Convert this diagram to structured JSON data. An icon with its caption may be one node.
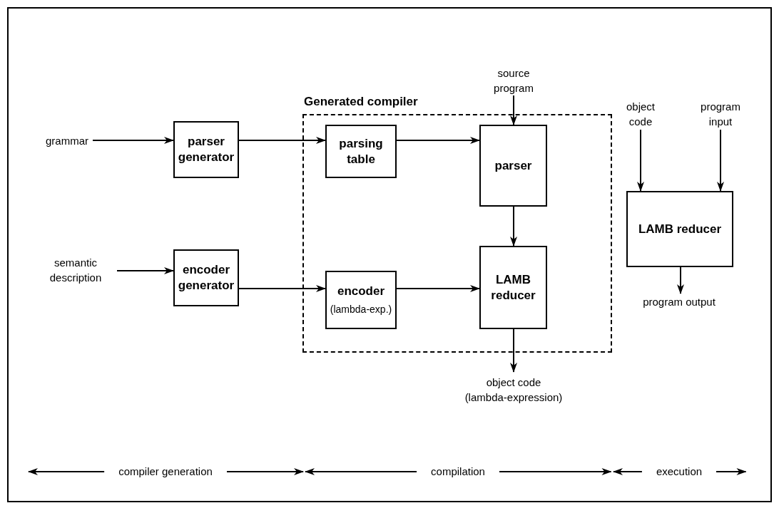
{
  "diagram": {
    "nodes": [
      {
        "text": [
          "grammar"
        ]
      },
      {
        "text": [
          "parser generator"
        ]
      },
      {
        "text": [
          "semantic description"
        ]
      },
      {
        "text": [
          "encoder generator"
        ]
      },
      {
        "text": [
          "Generated compiler"
        ]
      },
      {
        "text": [
          "parsing table"
        ],
        "in": 4
      },
      {
        "text": [
          "parser"
        ],
        "in": 4
      },
      {
        "text": [
          "encoder",
          "(lambda-exp.)"
        ],
        "in": 4
      },
      {
        "text": [
          "LAMB reducer"
        ],
        "in": 4
      },
      {
        "text": [
          "source program"
        ]
      },
      {
        "text": [
          "object code",
          "(lambda-expression)"
        ]
      },
      {
        "text": [
          "object code"
        ]
      },
      {
        "text": [
          "program input"
        ]
      },
      {
        "text": [
          "LAMB reducer"
        ]
      },
      {
        "text": [
          "program output"
        ]
      }
    ],
    "edges": [
      {
        "from": 0,
        "to": 1,
        "arrow": "to"
      },
      {
        "from": 1,
        "to": 5,
        "arrow": "to"
      },
      {
        "from": 2,
        "to": 3,
        "arrow": "to"
      },
      {
        "from": 3,
        "to": 7,
        "arrow": "to"
      },
      {
        "from": 5,
        "to": 6,
        "arrow": "to"
      },
      {
        "from": 7,
        "to": 8,
        "arrow": "to"
      },
      {
        "from": 6,
        "to": 8,
        "arrow": "to"
      },
      {
        "from": 9,
        "to": 6,
        "arrow": "to"
      },
      {
        "from": 8,
        "to": 10,
        "arrow": "to"
      },
      {
        "from": 11,
        "to": 13,
        "arrow": "to"
      },
      {
        "from": 12,
        "to": 13,
        "arrow": "to"
      },
      {
        "from": 13,
        "to": 14,
        "arrow": "to"
      }
    ],
    "labels": [
      "compiler generation",
      "compilation",
      "execution"
    ]
  }
}
